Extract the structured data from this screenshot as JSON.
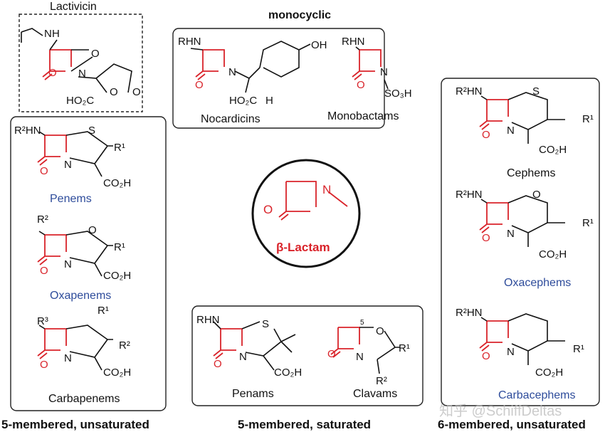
{
  "colors": {
    "beta_lactam": "#d9232a",
    "class_label": "#2e4c9b",
    "text": "#111111"
  },
  "lactivicin": {
    "title": "Lactivicin",
    "labels": {
      "nh": "H",
      "n": "N",
      "o_ring": "O",
      "n2": "N",
      "o_carbonyl": "O",
      "co2h": "HO₂C",
      "o_lactone": "O",
      "o_lactone_co": "O"
    }
  },
  "monocyclic": {
    "title": "monocyclic",
    "nocardicins": {
      "name": "Nocardicins",
      "rhn": "RHN",
      "n": "N",
      "o": "O",
      "oh": "OH",
      "co2h": "HO₂C",
      "h": "H"
    },
    "monobactams": {
      "name": "Monobactams",
      "rhn": "RHN",
      "n": "N",
      "o": "O",
      "so3h": "SO₃H"
    }
  },
  "center": {
    "name": "β-Lactam",
    "n": "N",
    "o": "O"
  },
  "unsaturated5": {
    "footer": "5-membered, unsaturated",
    "penems": {
      "name": "Penems",
      "amine": "R²HN",
      "s": "S",
      "r1": "R¹",
      "n": "N",
      "o": "O",
      "co2h": "CO₂H"
    },
    "oxapenems": {
      "name": "Oxapenems",
      "r2": "R²",
      "o_ring": "O",
      "r1": "R¹",
      "n": "N",
      "o": "O",
      "co2h": "CO₂H"
    },
    "carbapenems": {
      "name": "Carbapenems",
      "r3": "R³",
      "r1": "R¹",
      "r2": "R²",
      "n": "N",
      "o": "O",
      "co2h": "CO₂H"
    }
  },
  "saturated5": {
    "footer": "5-membered, saturated",
    "penams": {
      "name": "Penams",
      "rhn": "RHN",
      "s": "S",
      "n": "N",
      "o": "O",
      "co2h": "CO₂H"
    },
    "clavams": {
      "name": "Clavams",
      "pos": "5",
      "o_ring": "O",
      "r1": "R¹",
      "n": "N",
      "o": "O",
      "r2": "R²"
    }
  },
  "unsaturated6": {
    "footer": "6-membered, unsaturated",
    "cephems": {
      "name": "Cephems",
      "amine": "R²HN",
      "s": "S",
      "r1": "R¹",
      "n": "N",
      "o": "O",
      "co2h": "CO₂H"
    },
    "oxacephems": {
      "name": "Oxacephems",
      "amine": "R²HN",
      "o_ring": "O",
      "r1": "R¹",
      "n": "N",
      "o": "O",
      "co2h": "CO₂H"
    },
    "carbacephems": {
      "name": "Carbacephems",
      "amine": "R²HN",
      "r1": "R¹",
      "n": "N",
      "o": "O",
      "co2h": "CO₂H"
    }
  },
  "watermark": "知乎 @SchiffDeltas"
}
